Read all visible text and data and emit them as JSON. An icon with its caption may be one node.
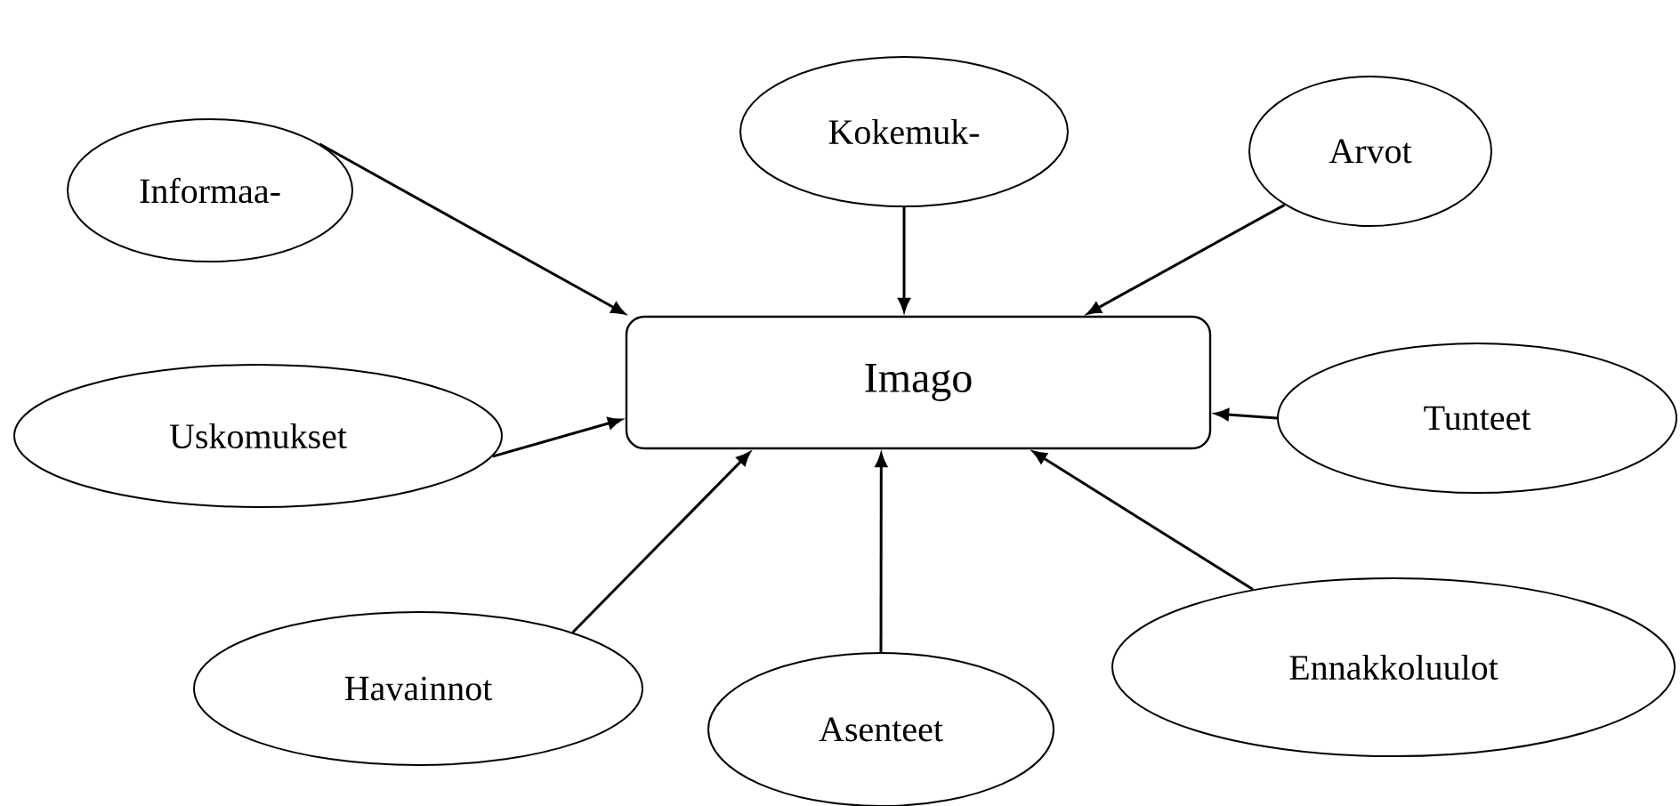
{
  "diagram": {
    "nodes": [
      {
        "text": [
          "Imago"
        ]
      },
      {
        "text": [
          "Informaa-"
        ]
      },
      {
        "text": [
          "Kokemuk-"
        ]
      },
      {
        "text": [
          "Arvot"
        ]
      },
      {
        "text": [
          "Uskomukset"
        ]
      },
      {
        "text": [
          "Tunteet"
        ]
      },
      {
        "text": [
          "Havainnot"
        ]
      },
      {
        "text": [
          "Asenteet"
        ]
      },
      {
        "text": [
          "Ennakkoluulot"
        ]
      }
    ],
    "edges": [
      {
        "from": 1,
        "to": 0,
        "arrow": "to"
      },
      {
        "from": 2,
        "to": 0,
        "arrow": "to"
      },
      {
        "from": 3,
        "to": 0,
        "arrow": "to"
      },
      {
        "from": 4,
        "to": 0,
        "arrow": "to"
      },
      {
        "from": 5,
        "to": 0,
        "arrow": "to"
      },
      {
        "from": 6,
        "to": 0,
        "arrow": "to"
      },
      {
        "from": 7,
        "to": 0,
        "arrow": "to"
      },
      {
        "from": 8,
        "to": 0,
        "arrow": "to"
      }
    ]
  }
}
